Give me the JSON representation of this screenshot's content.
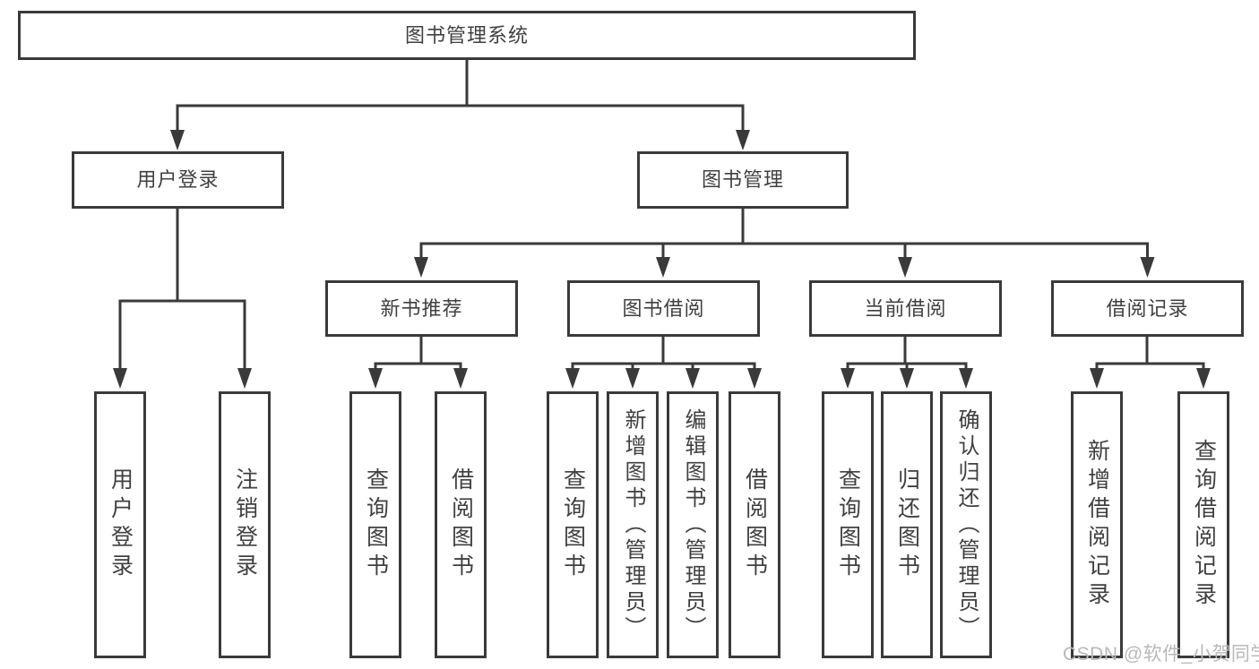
{
  "tree": {
    "label": "图书管理系统",
    "children": [
      {
        "label": "用户登录",
        "children": [
          {
            "label": "用户登录"
          },
          {
            "label": "注销登录"
          }
        ]
      },
      {
        "label": "图书管理",
        "children": [
          {
            "label": "新书推荐",
            "children": [
              {
                "label": "查询图书"
              },
              {
                "label": "借阅图书"
              }
            ]
          },
          {
            "label": "图书借阅",
            "children": [
              {
                "label": "查询图书"
              },
              {
                "label": "新增图书（管理员）"
              },
              {
                "label": "编辑图书（管理员）"
              },
              {
                "label": "借阅图书"
              }
            ]
          },
          {
            "label": "当前借阅",
            "children": [
              {
                "label": "查询图书"
              },
              {
                "label": "归还图书"
              },
              {
                "label": "确认归还（管理员）"
              }
            ]
          },
          {
            "label": "借阅记录",
            "children": [
              {
                "label": "新增借阅记录"
              },
              {
                "label": "查询借阅记录"
              }
            ]
          }
        ]
      }
    ]
  },
  "watermark": "CSDN @软件_小贺同学",
  "colors": {
    "line": "#3a3a3a",
    "text": "#404040",
    "background": "#ffffff",
    "watermark": "#b9b9b9"
  }
}
